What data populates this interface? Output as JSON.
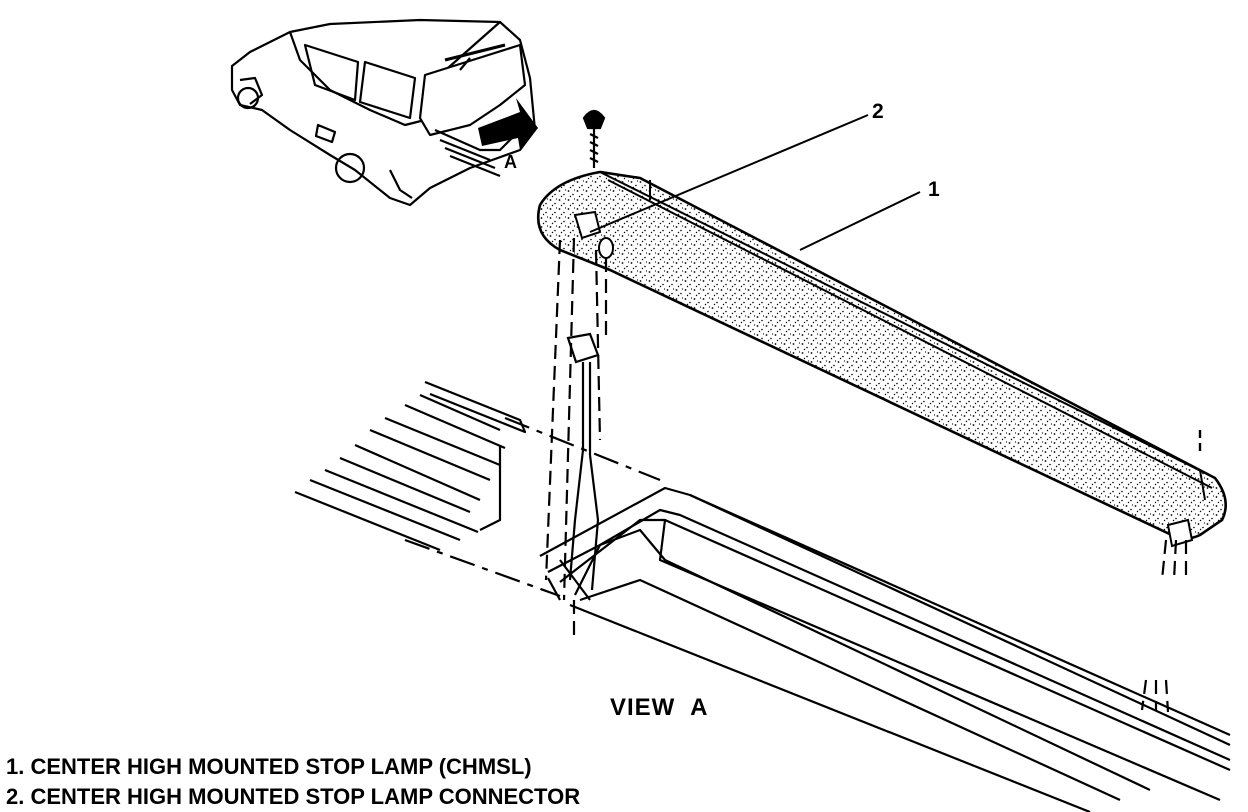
{
  "callouts": {
    "lamp": "1",
    "connector": "2",
    "view_marker": "A"
  },
  "view_title": "VIEW  A",
  "legend": [
    "1. CENTER HIGH MOUNTED STOP LAMP (CHMSL)",
    "2. CENTER HIGH MOUNTED STOP LAMP CONNECTOR"
  ],
  "colors": {
    "line": "#000000",
    "background": "#ffffff"
  }
}
